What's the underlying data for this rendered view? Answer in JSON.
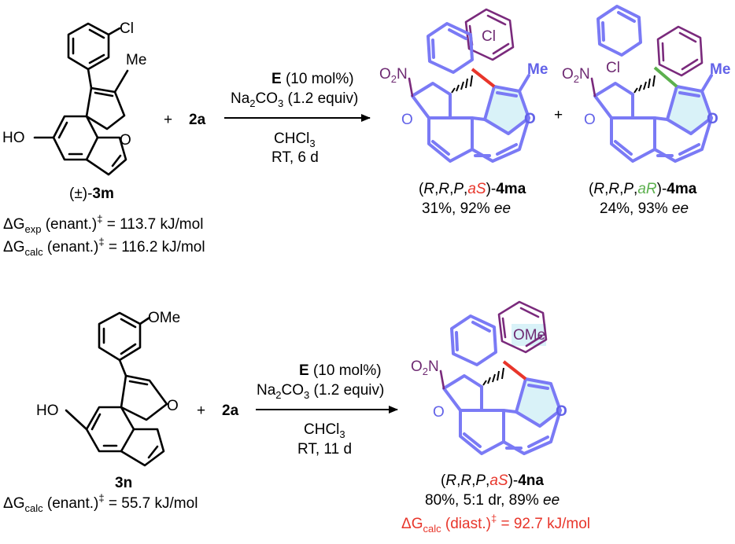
{
  "colors": {
    "black": "#000000",
    "blue_backbone": "#7a7af5",
    "purple_substituent": "#7a2a7c",
    "red_axis": "#e8352a",
    "green_axis": "#5cb04e",
    "furan_highlight": "#d9f2f8"
  },
  "atoms": {
    "cl": "Cl",
    "me": "Me",
    "ho": "HO",
    "o": "O",
    "o2n": "O",
    "o2n_sub": "2",
    "o2n_n": "N",
    "ome": "OMe"
  },
  "reaction1": {
    "substrate_label_prefix": "(±)-",
    "substrate_label_bold": "3m",
    "plus1": "+",
    "reagent": "2a",
    "cond_cat_bold": "E",
    "cond_cat_rest": " (10 mol%)",
    "cond_base_a": "Na",
    "cond_base_sub1": "2",
    "cond_base_b": "CO",
    "cond_base_sub2": "3",
    "cond_base_c": " (1.2 equiv)",
    "cond_solvent": "CHCl",
    "cond_solvent_sub": "3",
    "cond_time": "RT, 6 d",
    "plus2": "+",
    "dg_exp_delta": "ΔG",
    "dg_exp_sub": "exp",
    "dg_exp_mid": " (enant.)",
    "dg_exp_sup": "‡",
    "dg_exp_value": " = 113.7 kJ/mol",
    "dg_calc_delta": "ΔG",
    "dg_calc_sub": "calc",
    "dg_calc_mid": " (enant.)",
    "dg_calc_sup": "‡",
    "dg_calc_value": " = 116.2 kJ/mol",
    "product1": {
      "open": "(",
      "r1": "R",
      "c1": ",",
      "r2": "R",
      "c2": ",",
      "p": "P",
      "c3": ",",
      "axial": "aS",
      "close": ")-",
      "name": "4ma",
      "yield": "31%, 92% ",
      "ee": "ee"
    },
    "product2": {
      "open": "(",
      "r1": "R",
      "c1": ",",
      "r2": "R",
      "c2": ",",
      "p": "P",
      "c3": ",",
      "axial": "aR",
      "close": ")-",
      "name": "4ma",
      "yield": "24%, 93% ",
      "ee": "ee"
    }
  },
  "reaction2": {
    "substrate_label": "3n",
    "plus1": "+",
    "reagent": "2a",
    "cond_cat_bold": "E",
    "cond_cat_rest": " (10 mol%)",
    "cond_base_a": "Na",
    "cond_base_sub1": "2",
    "cond_base_b": "CO",
    "cond_base_sub2": "3",
    "cond_base_c": " (1.2 equiv)",
    "cond_solvent": "CHCl",
    "cond_solvent_sub": "3",
    "cond_time": "RT, 11 d",
    "dg_calc_delta": "ΔG",
    "dg_calc_sub": "calc",
    "dg_calc_mid": " (enant.)",
    "dg_calc_sup": "‡",
    "dg_calc_value": " = 55.7 kJ/mol",
    "product": {
      "open": "(",
      "r1": "R",
      "c1": ",",
      "r2": "R",
      "c2": ",",
      "p": "P",
      "c3": ",",
      "axial": "aS",
      "close": ")-",
      "name": "4na",
      "yield": "80%, 5:1 dr, 89% ",
      "ee": "ee",
      "dg_delta": "ΔG",
      "dg_sub": "calc",
      "dg_mid": " (diast.)",
      "dg_sup": "‡",
      "dg_value": " = 92.7 kJ/mol"
    }
  }
}
